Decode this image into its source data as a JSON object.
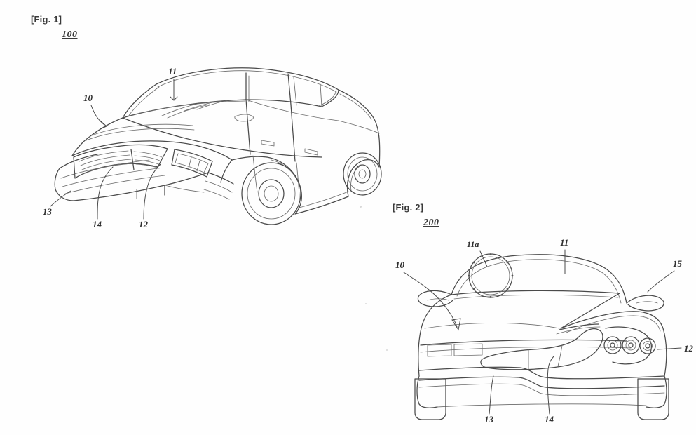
{
  "document": {
    "type": "patent-drawing-sheet",
    "background_color": "#ffffff",
    "ink_color": "#4a4a4a"
  },
  "figures": [
    {
      "id": "fig1",
      "label": "[Fig. 1]",
      "number": "100",
      "caption_view": "three-quarter front perspective view of a sedan",
      "callouts": [
        {
          "key": "n10",
          "text": "10",
          "points_to": "hood / bonnet"
        },
        {
          "key": "n11",
          "text": "11",
          "points_to": "windshield"
        },
        {
          "key": "n12",
          "text": "12",
          "points_to": "headlamp"
        },
        {
          "key": "n13",
          "text": "13",
          "points_to": "front bumper"
        },
        {
          "key": "n14",
          "text": "14",
          "points_to": "radiator grille"
        }
      ]
    },
    {
      "id": "fig2",
      "label": "[Fig. 2]",
      "number": "200",
      "caption_view": "front elevation view of a vehicle",
      "callouts": [
        {
          "key": "n10",
          "text": "10",
          "points_to": "hood / bonnet"
        },
        {
          "key": "n11",
          "text": "11",
          "points_to": "windshield"
        },
        {
          "key": "n11a",
          "text": "11a",
          "points_to": "camera / sensor aperture"
        },
        {
          "key": "n12",
          "text": "12",
          "points_to": "headlamp cluster"
        },
        {
          "key": "n13",
          "text": "13",
          "points_to": "front bumper"
        },
        {
          "key": "n14",
          "text": "14",
          "points_to": "radiator grille"
        },
        {
          "key": "n15",
          "text": "15",
          "points_to": "side mirror"
        }
      ]
    }
  ],
  "icons": {
    "leader_arrow": "arrow-head",
    "camera_aperture": "circle-ring"
  }
}
